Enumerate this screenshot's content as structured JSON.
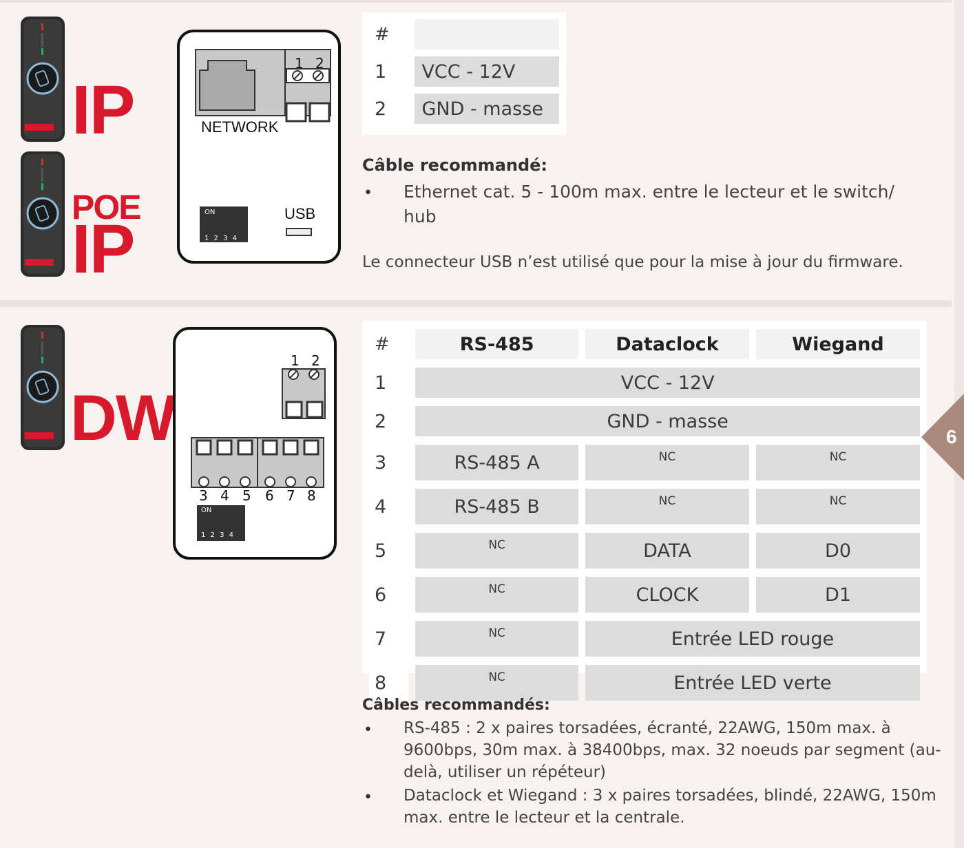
{
  "section_ip": {
    "labels": {
      "ip": "IP",
      "poe": "POE",
      "poe_ip": "IP"
    },
    "diagram": {
      "pin1": "1",
      "pin2": "2",
      "network": "NETWORK",
      "usb": "USB",
      "dip_on": "ON",
      "dip_numbers": "1 2 3 4"
    },
    "table": {
      "header": [
        "#",
        ""
      ],
      "rows": [
        [
          "1",
          "VCC - 12V"
        ],
        [
          "2",
          "GND - masse"
        ]
      ]
    },
    "cable_title": "Câble recommandé:",
    "cable_items": [
      "Ethernet cat. 5 - 100m max. entre le lecteur et le switch/",
      "hub"
    ],
    "note": "Le connecteur USB n’est utilisé que pour la mise à jour du firmware."
  },
  "section_dw": {
    "label": "DW",
    "diagram": {
      "pin1": "1",
      "pin2": "2",
      "bottom_pins": [
        "3",
        "4",
        "5",
        "6",
        "7",
        "8"
      ],
      "dip_on": "ON",
      "dip_numbers": "1 2 3 4"
    },
    "table": {
      "header": [
        "#",
        "RS-485",
        "Dataclock",
        "Wiegand"
      ],
      "rows": [
        [
          "1",
          "VCC - 12V"
        ],
        [
          "2",
          "GND - masse"
        ],
        [
          "3",
          "RS-485 A",
          "NC",
          "NC"
        ],
        [
          "4",
          "RS-485 B",
          "NC",
          "NC"
        ],
        [
          "5",
          "NC",
          "DATA",
          "D0"
        ],
        [
          "6",
          "NC",
          "CLOCK",
          "D1"
        ],
        [
          "7",
          "NC",
          "Entrée LED rouge"
        ],
        [
          "8",
          "NC",
          "Entrée LED verte"
        ]
      ]
    },
    "cables_title": "Câbles recommandés:",
    "cables_items": [
      [
        "RS-485 : 2 x paires torsadées, écranté, 22AWG, 150m max. à",
        "9600bps, 30m max. à 38400bps, max. 32 noeuds par segment (au-",
        "delà, utiliser un répéteur)"
      ],
      [
        "Dataclock et Wiegand : 3 x paires torsadées, blindé, 22AWG, 150m",
        "max. entre le lecteur et la centrale."
      ]
    ]
  },
  "page_tab": "6",
  "colors": {
    "accent_red": "#d7192b",
    "tab_brown": "#a8897b",
    "cell_gray": "#dcdcdc"
  }
}
